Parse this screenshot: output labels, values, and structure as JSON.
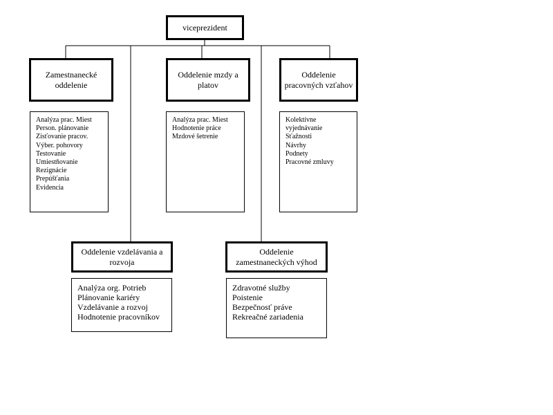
{
  "top": {
    "label": "viceprezident"
  },
  "departments": [
    {
      "title": "Zamestnanecké oddelenie",
      "items": [
        "Analýza prac. Miest",
        "Person. plánovanie",
        "Zisťovanie pracov.",
        "Výber. pohovory",
        "Testovanie",
        "Umiestňovanie",
        "Rezignácie",
        "Prepúšťania",
        "Evidencia"
      ]
    },
    {
      "title": "Oddelenie mzdy a platov",
      "items": [
        "Analýza prac. Miest",
        "Hodnotenie práce",
        "Mzdové šetrenie"
      ]
    },
    {
      "title": "Oddelenie pracovných vzťahov",
      "items": [
        "Kolektívne vyjednávanie",
        "Sťažnosti",
        "Návrhy",
        "Podnety",
        "Pracovné zmluvy"
      ]
    },
    {
      "title": "Oddelenie vzdelávania a rozvoja",
      "items": [
        "Analýza org. Potrieb",
        "Plánovanie kariéry",
        "Vzdelávanie a rozvoj",
        "Hodnotenie pracovníkov"
      ]
    },
    {
      "title": "Oddelenie zamestnaneckých výhod",
      "items": [
        "Zdravotné služby",
        "Poistenie",
        "Bezpečnosť práve",
        "Rekreačné zariadenia"
      ]
    }
  ]
}
